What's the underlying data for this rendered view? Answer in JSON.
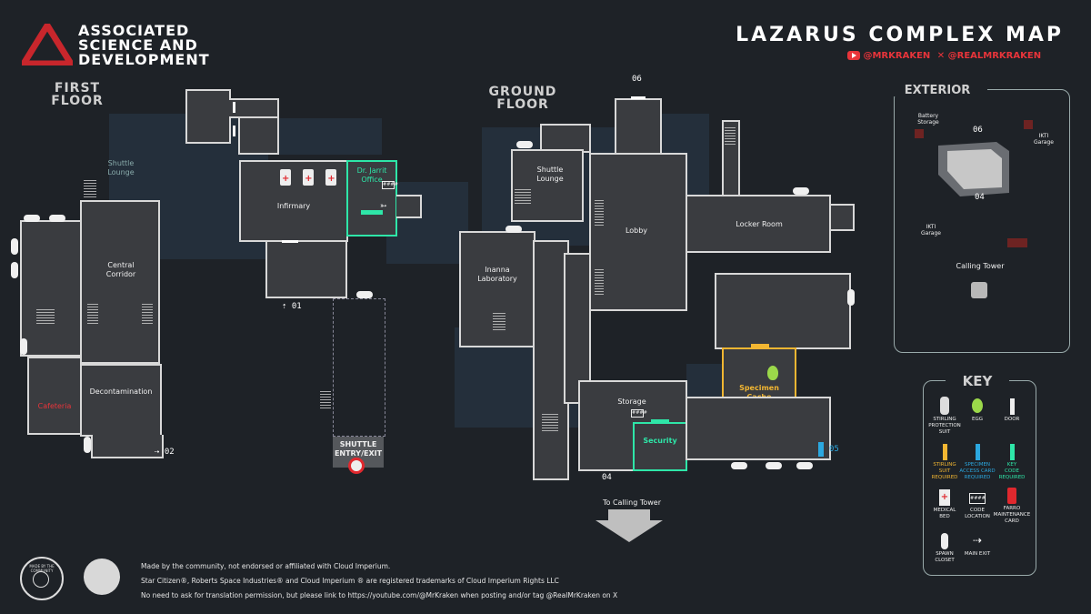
{
  "brand": {
    "line1": "ASSOCIATED",
    "line2": "SCIENCE AND",
    "line3": "DEVELOPMENT",
    "color": "#c8262c"
  },
  "header": {
    "title": "LAZARUS COMPLEX MAP",
    "social_youtube": "@MRKRAKEN",
    "social_x": "@REALMRKRAKEN",
    "youtube_icon": "youtube-icon",
    "x_icon": "x-icon"
  },
  "first_floor": {
    "title_line1": "FIRST",
    "title_line2": "FLOOR",
    "rooms": {
      "shuttle_lounge": "Shuttle\nLounge",
      "infirmary": "Infirmary",
      "office": "Dr. Jarrit\nOffice",
      "central_corridor": "Central\nCorridor",
      "cafeteria": "Cafeteria",
      "decontamination": "Decontamination"
    },
    "exits": {
      "e01": "01",
      "e02": "02"
    },
    "shuttle_label": "SHUTTLE\nENTRY/EXIT"
  },
  "ground_floor": {
    "title_line1": "GROUND",
    "title_line2": "FLOOR",
    "rooms": {
      "shuttle_lounge": "Shuttle\nLounge",
      "lobby": "Lobby",
      "locker_room": "Locker Room",
      "inanna_lab": "Inanna\nLaboratory",
      "storage": "Storage",
      "security": "Security",
      "specimen_cache": "Specimen\nCache"
    },
    "exits": {
      "e04": "04",
      "e05": "05",
      "e06": "06"
    },
    "calling_tower": "To Calling Tower"
  },
  "exterior": {
    "title": "EXTERIOR",
    "battery_storage": "Battery\nStorage",
    "ikti_garage_top": "IKTI\nGarage",
    "ikti_garage_left": "IKTI\nGarage",
    "calling_tower": "Calling Tower",
    "exit_06": "06",
    "exit_04": "04"
  },
  "key": {
    "title": "KEY",
    "items": [
      {
        "label": "STIRLING\nPROTECTION\nSUIT",
        "icon": "suit-icon"
      },
      {
        "label": "EGG",
        "icon": "egg-icon"
      },
      {
        "label": "DOOR",
        "icon": "door-icon"
      },
      {
        "label": "STIRLING\nSUIT\nREQUIRED",
        "icon": "orange-door-icon"
      },
      {
        "label": "SPECIMEN\nACCESS CARD\nREQUIRED",
        "icon": "blue-door-icon"
      },
      {
        "label": "KEY\nCODE\nREQUIRED",
        "icon": "green-door-icon"
      },
      {
        "label": "MEDICAL\nBED",
        "icon": "medical-bed-icon"
      },
      {
        "label": "CODE\nLOCATION",
        "icon": "code-location-icon"
      },
      {
        "label": "FARRO\nMAINTENANCE\nCARD",
        "icon": "card-icon"
      },
      {
        "label": "SPAWN\nCLOSET",
        "icon": "spawn-closet-icon"
      },
      {
        "label": "MAIN EXIT",
        "icon": "main-exit-icon"
      }
    ]
  },
  "footer": {
    "line1": "Made by the community, not endorsed or affiliated with Cloud Imperium.",
    "line2": "Star Citizen®, Roberts Space Industries® and Cloud Imperium ® are registered trademarks of Cloud Imperium Rights LLC",
    "line3": "No need to ask for translation permission, but please link to https://youtube.com/@MrKraken when posting and/or tag @RealMrKraken on X",
    "badge_text": "MADE BY THE COMMUNITY"
  },
  "colors": {
    "background": "#1e2227",
    "room": "#3a3c40",
    "keycode": "#2ee6a8",
    "stirling": "#f2b632",
    "specimen": "#2ba8e0",
    "medical": "#e0282e"
  }
}
